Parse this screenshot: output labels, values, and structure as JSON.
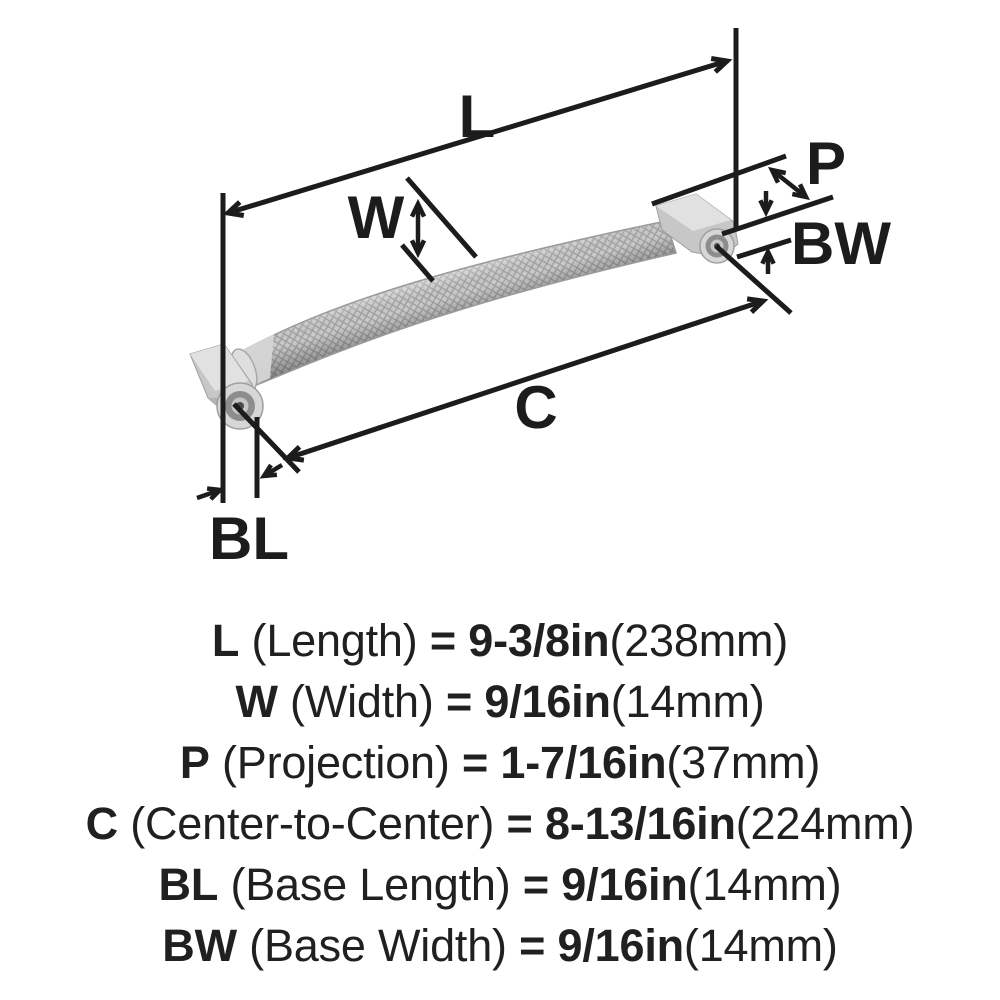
{
  "page": {
    "background": "#ffffff",
    "text_color": "#202020",
    "line_color": "#1c1c1c"
  },
  "diagram": {
    "description": "knurled bar cabinet pull shown in perspective with dimension callouts",
    "metal_light": "#e1e1e1",
    "metal_mid": "#c9c9c9",
    "metal_dark": "#8d8d8d",
    "screw_hole": "#4a4a4a",
    "labels": {
      "L": "L",
      "W": "W",
      "P": "P",
      "BW": "BW",
      "C": "C",
      "BL": "BL"
    }
  },
  "measurements": [
    {
      "label": "L",
      "name": "(Length)",
      "eq": "=",
      "value_in": "9-3/8in",
      "value_mm": "(238mm)"
    },
    {
      "label": "W",
      "name": "(Width)",
      "eq": "=",
      "value_in": "9/16in",
      "value_mm": "(14mm)"
    },
    {
      "label": "P",
      "name": "(Projection)",
      "eq": "=",
      "value_in": "1-7/16in",
      "value_mm": "(37mm)"
    },
    {
      "label": "C",
      "name": "(Center-to-Center)",
      "eq": "=",
      "value_in": "8-13/16in",
      "value_mm": "(224mm)"
    },
    {
      "label": "BL",
      "name": "(Base Length)",
      "eq": "=",
      "value_in": "9/16in",
      "value_mm": "(14mm)"
    },
    {
      "label": "BW",
      "name": "(Base Width)",
      "eq": "=",
      "value_in": "9/16in",
      "value_mm": "(14mm)"
    }
  ]
}
